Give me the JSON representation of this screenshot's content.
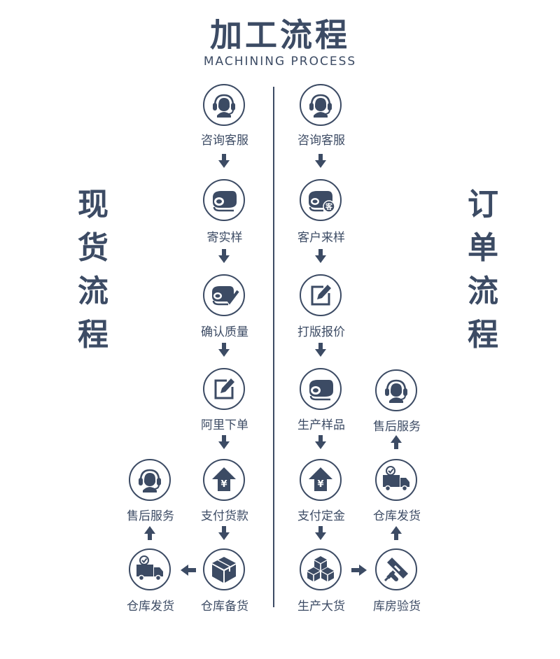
{
  "header": {
    "title": "加工流程",
    "subtitle": "MACHINING PROCESS"
  },
  "left_title": [
    "现",
    "货",
    "流",
    "程"
  ],
  "right_title": [
    "订",
    "单",
    "流",
    "程"
  ],
  "left_flow": {
    "n1": "咨询客服",
    "n2": "寄实样",
    "n3": "确认质量",
    "n4": "阿里下单",
    "n5": "支付货款",
    "n6": "仓库备货",
    "n7": "仓库发货",
    "n8": "售后服务"
  },
  "right_flow": {
    "n1": "咨询客服",
    "n2": "客户来样",
    "n3": "打版报价",
    "n4": "生产样品",
    "n5": "支付定金",
    "n6": "生产大货",
    "n7": "库房验货",
    "n8": "仓库发货",
    "n9": "售后服务"
  },
  "icons": {
    "support": "headset-icon",
    "fabric": "fabric-roll-icon",
    "fabric_check": "fabric-check-icon",
    "fabric_client": "fabric-client-icon",
    "edit": "edit-icon",
    "payment": "yen-upload-icon",
    "box": "box-icon",
    "boxes": "boxes-icon",
    "truck": "truck-icon",
    "flashlight": "flashlight-icon"
  },
  "colors": {
    "primary": "#3c4b64",
    "background": "#ffffff"
  }
}
